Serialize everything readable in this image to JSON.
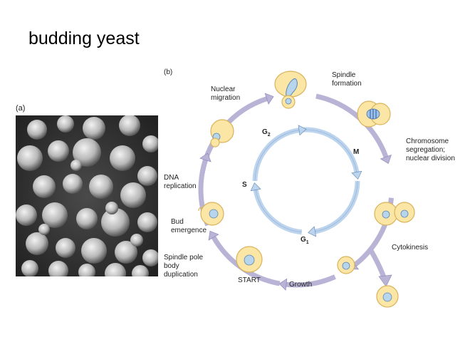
{
  "title": "budding yeast",
  "panel_a": {
    "label": "(a)"
  },
  "panel_b": {
    "label": "(b)",
    "stages": {
      "nuclear_migration": [
        "Nuclear",
        "migration"
      ],
      "spindle_formation": [
        "Spindle",
        "formation"
      ],
      "chromosome_segregation": [
        "Chromosome",
        "segregation;",
        "nuclear division"
      ],
      "cytokinesis": "Cytokinesis",
      "growth": "Growth",
      "start": "START",
      "spindle_pole_body_duplication": [
        "Spindle pole",
        "body",
        "duplication"
      ],
      "bud_emergence": [
        "Bud",
        "emergence"
      ],
      "dna_replication": [
        "DNA",
        "replication"
      ]
    },
    "phases": {
      "g2": "G",
      "g2_sub": "2",
      "m": "M",
      "s": "S",
      "g1": "G",
      "g1_sub": "1"
    }
  },
  "colors": {
    "outer_arrow": "#b9b3d6",
    "inner_arrow": "#bcd4ee",
    "cell_fill": "#fbe6a6",
    "cell_stroke": "#d9b35a",
    "nucleus_fill": "#b7d6ee",
    "nucleus_stroke": "#5f86b0"
  }
}
